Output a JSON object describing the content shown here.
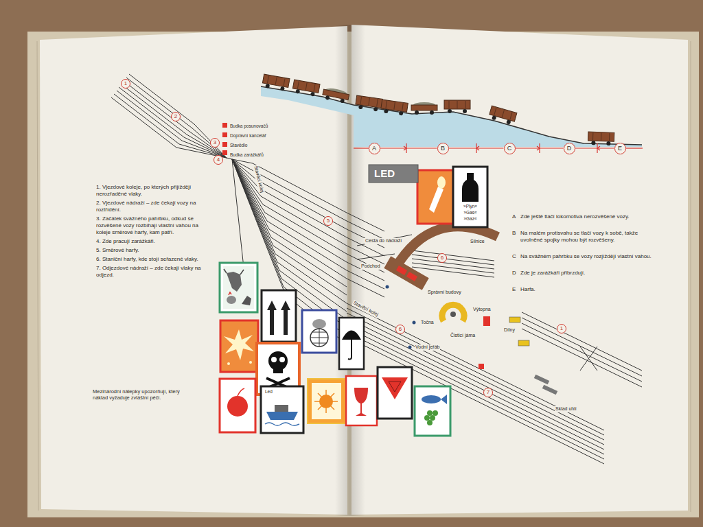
{
  "diagram": {
    "nodes": [
      {
        "text": [
          "1"
        ]
      },
      {
        "text": [
          "2"
        ]
      },
      {
        "text": [
          "3"
        ]
      },
      {
        "text": [
          "4"
        ]
      },
      {
        "text": [
          "5"
        ]
      },
      {
        "text": [
          "6"
        ]
      },
      {
        "text": [
          "6"
        ]
      },
      {
        "text": [
          "7"
        ]
      },
      {
        "text": [
          "1"
        ]
      },
      {
        "text": [
          "A"
        ]
      },
      {
        "text": [
          "B"
        ]
      },
      {
        "text": [
          "C"
        ]
      },
      {
        "text": [
          "D"
        ]
      },
      {
        "text": [
          "E"
        ]
      }
    ],
    "edges": [
      {
        "from": 9,
        "to": 10,
        "arrow": "none"
      },
      {
        "from": 10,
        "to": 11,
        "arrow": "none"
      },
      {
        "from": 11,
        "to": 12,
        "arrow": "none"
      },
      {
        "from": 12,
        "to": 13,
        "arrow": "none"
      }
    ],
    "labels": [
      "1. Vjezdové koleje, po kterých přijíždějí nerozřaděné vlaky.",
      "2. Vjezdové nádraží – zde čekají vozy na roztřídění.",
      "3. Začátek svážného pahrbku, odkud se rozvěšené vozy rozbíhají vlastní vahou na koleje směrové harfy, kam patří.",
      "4. Zde pracují zarážkáři.",
      "5. Směrové harfy.",
      "6. Staniční harfy, kde stojí seřazené vlaky.",
      "7. Odjezdové nádraží – zde čekají vlaky na odjezd.",
      "Mezinárodní nálepky upozorňují, který náklad vyžaduje zvláštní péči.",
      "Budka posunovačů",
      "Dopravní kancelář",
      "Stavědlo",
      "Budka zarážkářů",
      "Stavěcí kolej",
      "Stavěcí kolej",
      "A",
      "Zde ještě tlačí lokomotiva nerozvěšené vozy.",
      "B",
      "Na malém protisvahu se tlačí vozy k sobě, takže uvolněné spojky mohou být rozvěšeny.",
      "C",
      "Na svážném pahrbku se vozy rozjíždějí vlastní vahou.",
      "D",
      "Zde je zarážkáři přibrzdují.",
      "E",
      "Harfa.",
      "LED",
      "Cesta do nádraží",
      "Silnice",
      "Podchod",
      "Správní budovy",
      "Výtopna",
      "Točna",
      "Dílny",
      "Čisticí jáma",
      "Vodní jeřáb",
      "Sklad uhlí",
      "»Plyn«",
      "»Gas«",
      "»Gaz«",
      "Led"
    ]
  }
}
